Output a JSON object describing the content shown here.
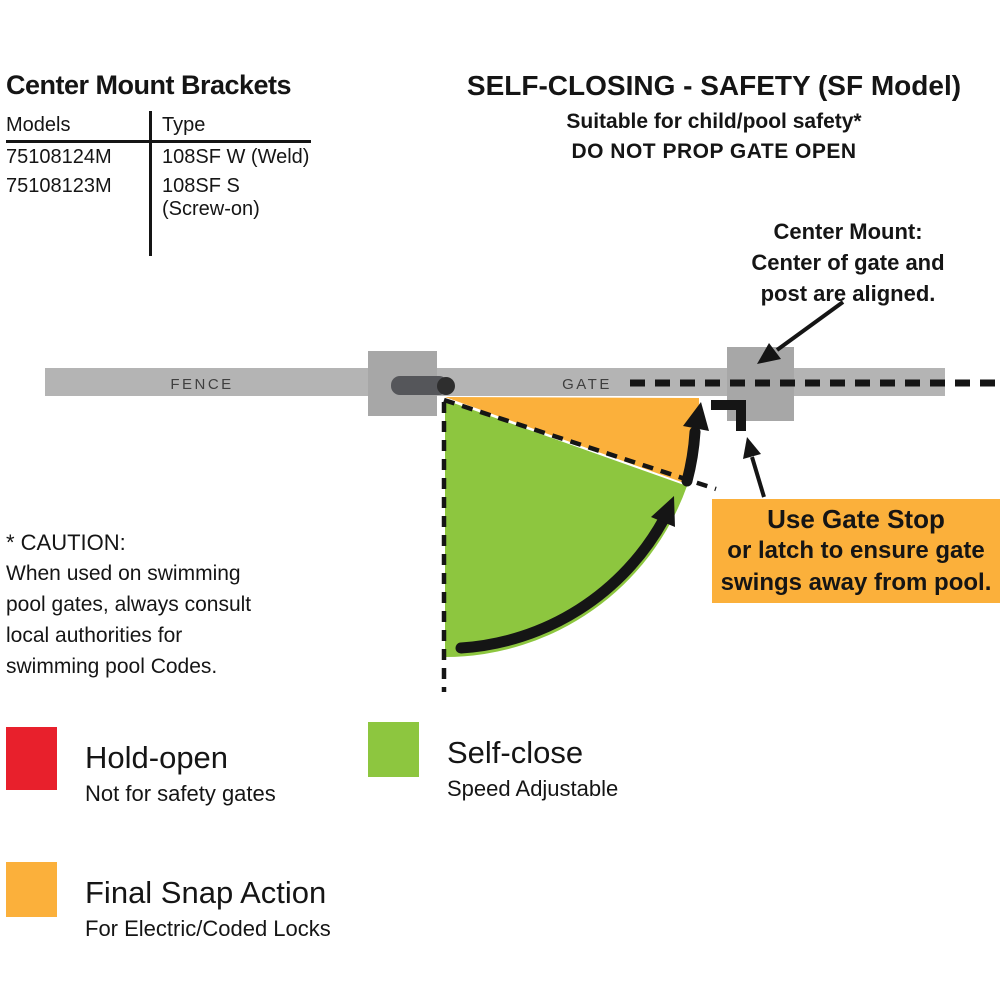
{
  "brackets_table": {
    "title": "Center Mount Brackets",
    "headers": [
      "Models",
      "Type"
    ],
    "rows": [
      [
        "75108124M",
        "108SF W (Weld)"
      ],
      [
        "75108123M",
        "108SF S (Screw-on)"
      ]
    ]
  },
  "header": {
    "title": "SELF-CLOSING - SAFETY (SF Model)",
    "subtitle": "Suitable for child/pool safety*",
    "warning": "DO NOT PROP GATE OPEN"
  },
  "center_mount_note": {
    "lines": [
      "Center Mount:",
      "Center of gate and",
      "post are aligned."
    ]
  },
  "diagram": {
    "fence_label": "FENCE",
    "gate_label": "GATE",
    "colors": {
      "fence_gray": "#b4b4b4",
      "post_gray": "#a7a7a7",
      "closer_dark": "#55565a",
      "self_close_green": "#8dc63f",
      "snap_gold": "#fbb03b",
      "hold_open_red": "#e8202c",
      "line_black": "#151515"
    }
  },
  "gate_stop_callout": {
    "lines": [
      "Use Gate Stop",
      "or latch to ensure gate",
      "swings away from pool."
    ]
  },
  "caution": {
    "title": "* CAUTION:",
    "lines": [
      "When used on swimming",
      "pool gates, always consult",
      "local authorities for",
      "swimming pool Codes."
    ]
  },
  "legend": {
    "items": [
      {
        "color": "#e8202c",
        "label": "Hold-open",
        "sub": "Not for safety gates"
      },
      {
        "color": "#8dc63f",
        "label": "Self-close",
        "sub": "Speed Adjustable"
      },
      {
        "color": "#fbb03b",
        "label": "Final Snap Action",
        "sub": "For Electric/Coded Locks"
      }
    ]
  }
}
